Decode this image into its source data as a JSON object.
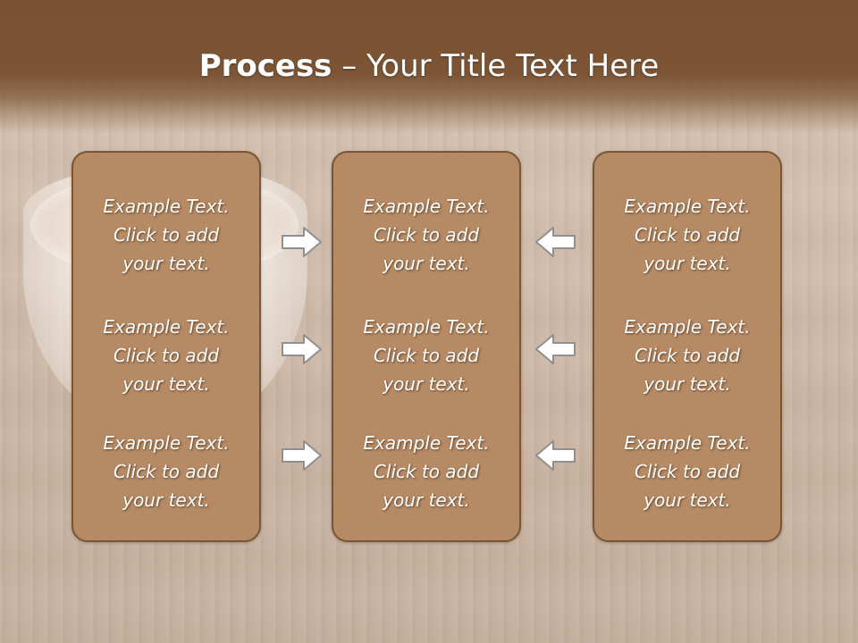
{
  "slide": {
    "title_bold": "Process",
    "title_rest": " – Your Title Text Here"
  },
  "columns": [
    {
      "items": [
        "Example Text.\nClick  to add\nyour text.",
        "Example Text.\nClick  to add\nyour text.",
        "Example Text.\nClick  to add\nyour text."
      ]
    },
    {
      "items": [
        "Example Text.\nClick  to add\nyour text.",
        "Example Text.\nClick  to add\nyour text.",
        "Example Text.\nClick  to add\nyour text."
      ]
    },
    {
      "items": [
        "Example Text.\nClick  to add\nyour text.",
        "Example Text.\nClick  to add\nyour text.",
        "Example Text.\nClick  to add\nyour text."
      ]
    }
  ],
  "arrows": {
    "left_group": "right-arrow-icon",
    "right_group": "left-arrow-icon"
  },
  "colors": {
    "title_bar": "#7a5233",
    "box_fill": "#b68a64",
    "box_border": "#7a5535",
    "arrow_fill": "#ffffff",
    "arrow_stroke": "#8f8f8f"
  }
}
